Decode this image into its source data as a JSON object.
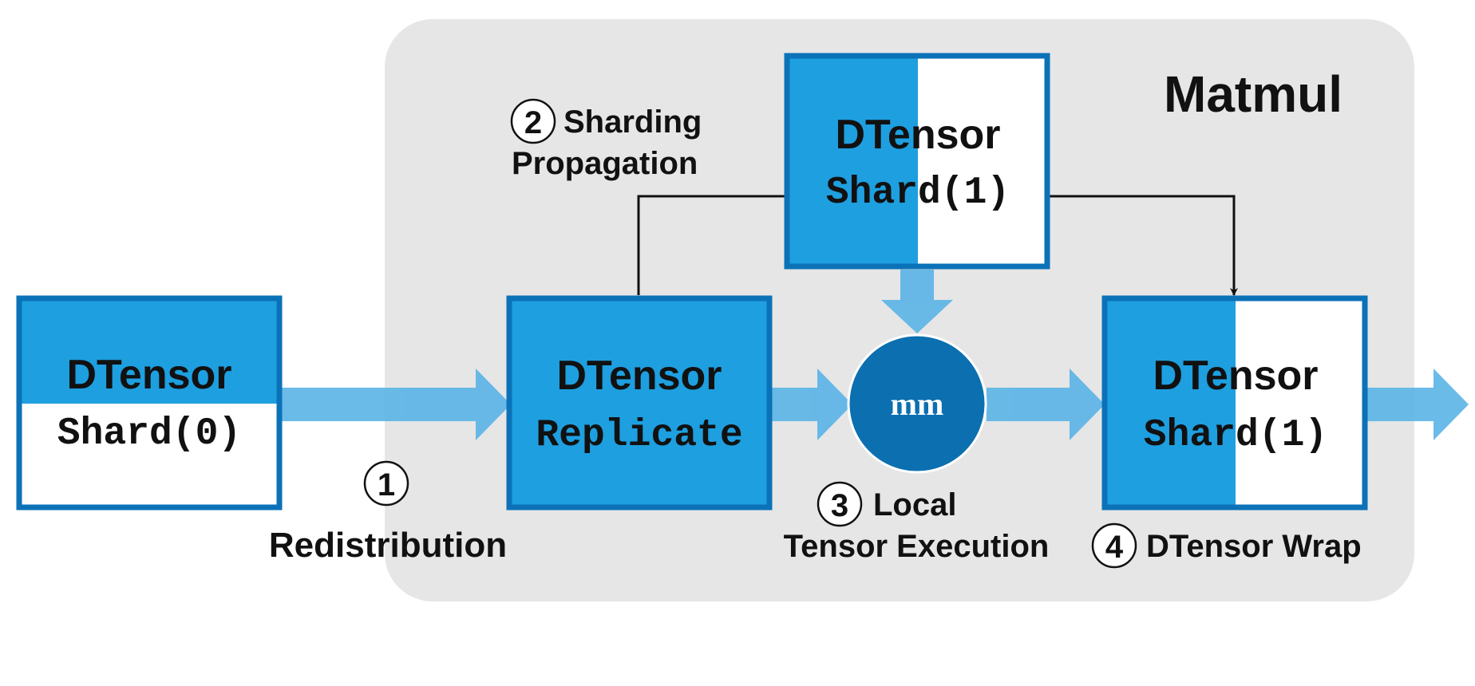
{
  "colors": {
    "panel": "#e6e6e6",
    "dtensor_fill": "#1e9fe0",
    "dtensor_border": "#0b72b8",
    "arrow": "#5ab4e6",
    "mm_circle": "#0b6fb0",
    "connector": "#111111"
  },
  "panel": {
    "title": "Matmul"
  },
  "input_tensor": {
    "title": "DTensor",
    "placement": "Shard(0)"
  },
  "redistributed_tensor": {
    "title": "DTensor",
    "placement": "Replicate"
  },
  "propagated_tensor": {
    "title": "DTensor",
    "placement": "Shard(1)"
  },
  "output_tensor": {
    "title": "DTensor",
    "placement": "Shard(1)"
  },
  "op": {
    "label": "mm"
  },
  "steps": [
    {
      "num": "1",
      "lines": [
        "Redistribution"
      ]
    },
    {
      "num": "2",
      "lines": [
        "Sharding",
        "Propagation"
      ]
    },
    {
      "num": "3",
      "lines": [
        "Local",
        "Tensor Execution"
      ]
    },
    {
      "num": "4",
      "lines": [
        "DTensor Wrap"
      ]
    }
  ]
}
